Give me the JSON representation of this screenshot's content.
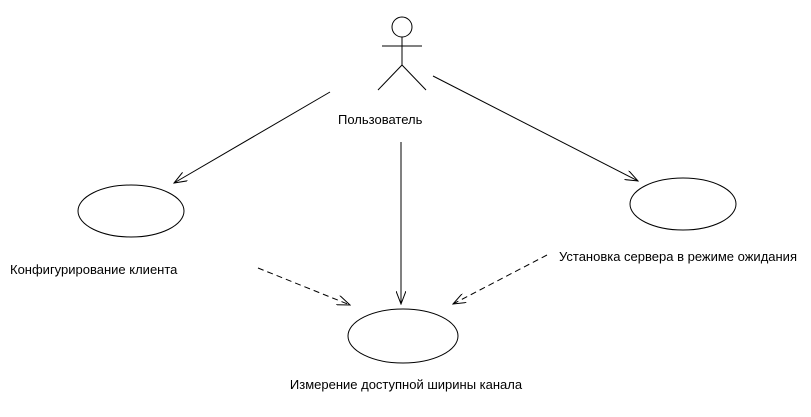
{
  "diagram": {
    "type": "UML use case diagram",
    "actor": {
      "name": "Пользователь",
      "icon": "stick-figure-actor-icon"
    },
    "use_cases": [
      {
        "id": "config",
        "name": "Конфигурирование клиента"
      },
      {
        "id": "server",
        "name": "Установка сервера в режиме ожидания"
      },
      {
        "id": "measure",
        "name": "Измерение доступной ширины канала"
      }
    ],
    "associations": [
      {
        "from": "actor",
        "to": "config",
        "style": "solid"
      },
      {
        "from": "actor",
        "to": "measure",
        "style": "solid"
      },
      {
        "from": "actor",
        "to": "server",
        "style": "solid"
      }
    ],
    "dependencies": [
      {
        "from": "config",
        "to": "measure",
        "style": "dashed"
      },
      {
        "from": "server",
        "to": "measure",
        "style": "dashed"
      }
    ],
    "colors": {
      "line": "#000000",
      "fill": "#ffffff",
      "background": "#ffffff"
    }
  }
}
